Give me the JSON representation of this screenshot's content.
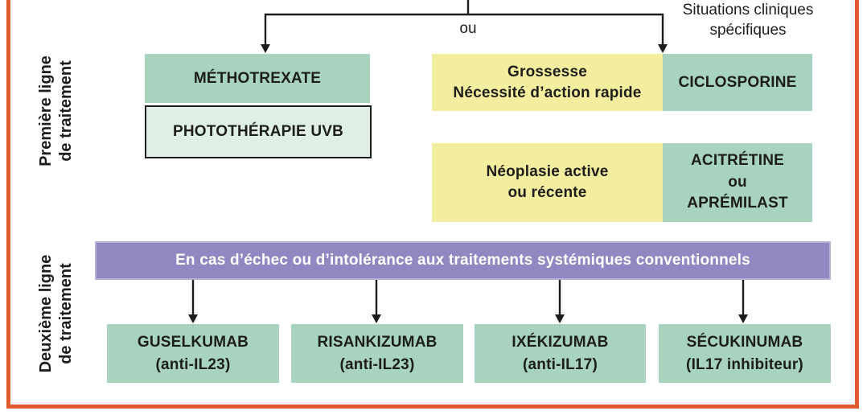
{
  "palette": {
    "frame_orange": "#df5a2d",
    "treatment_green": "#a8d3be",
    "phototherapy_pale_green": "#e0efe6",
    "condition_yellow": "#f3ee9f",
    "banner_purple": "#9188c2",
    "banner_purple_border": "#b7b0d8",
    "line_and_text_black": "#1d1d1b",
    "banner_text_white": "#ffffff"
  },
  "connector": {
    "or_label": "ou"
  },
  "right_branch": {
    "title_line1": "Situations cliniques",
    "title_line2": "spécifiques"
  },
  "side_labels": {
    "premiere": {
      "line1": "Première ligne",
      "line2": "de traitement"
    },
    "deuxieme": {
      "line1": "Deuxième ligne",
      "line2": "de traitement"
    }
  },
  "first_line": {
    "methotrexate": "MÉTHOTREXATE",
    "phototherapie": "PHOTOTHÉRAPIE UVB",
    "situation1": {
      "cond1": "Grossesse",
      "cond2": "Nécessité d’action rapide",
      "treatment": "CICLOSPORINE"
    },
    "situation2": {
      "cond1": "Néoplasie active",
      "cond2": "ou récente",
      "t1": "ACITRÉTINE",
      "t2": "ou",
      "t3": "APRÉMILAST"
    }
  },
  "second_line": {
    "banner": "En cas d’échec ou d’intolérance aux traitements systémiques conventionnels",
    "treatments": [
      {
        "name": "GUSELKUMAB",
        "class": "(anti-IL23)"
      },
      {
        "name": "RISANKIZUMAB",
        "class": "(anti-IL23)"
      },
      {
        "name": "IXÉKIZUMAB",
        "class": "(anti-IL17)"
      },
      {
        "name": "SÉCUKINUMAB",
        "class": "(IL17 inhibiteur)"
      }
    ]
  }
}
